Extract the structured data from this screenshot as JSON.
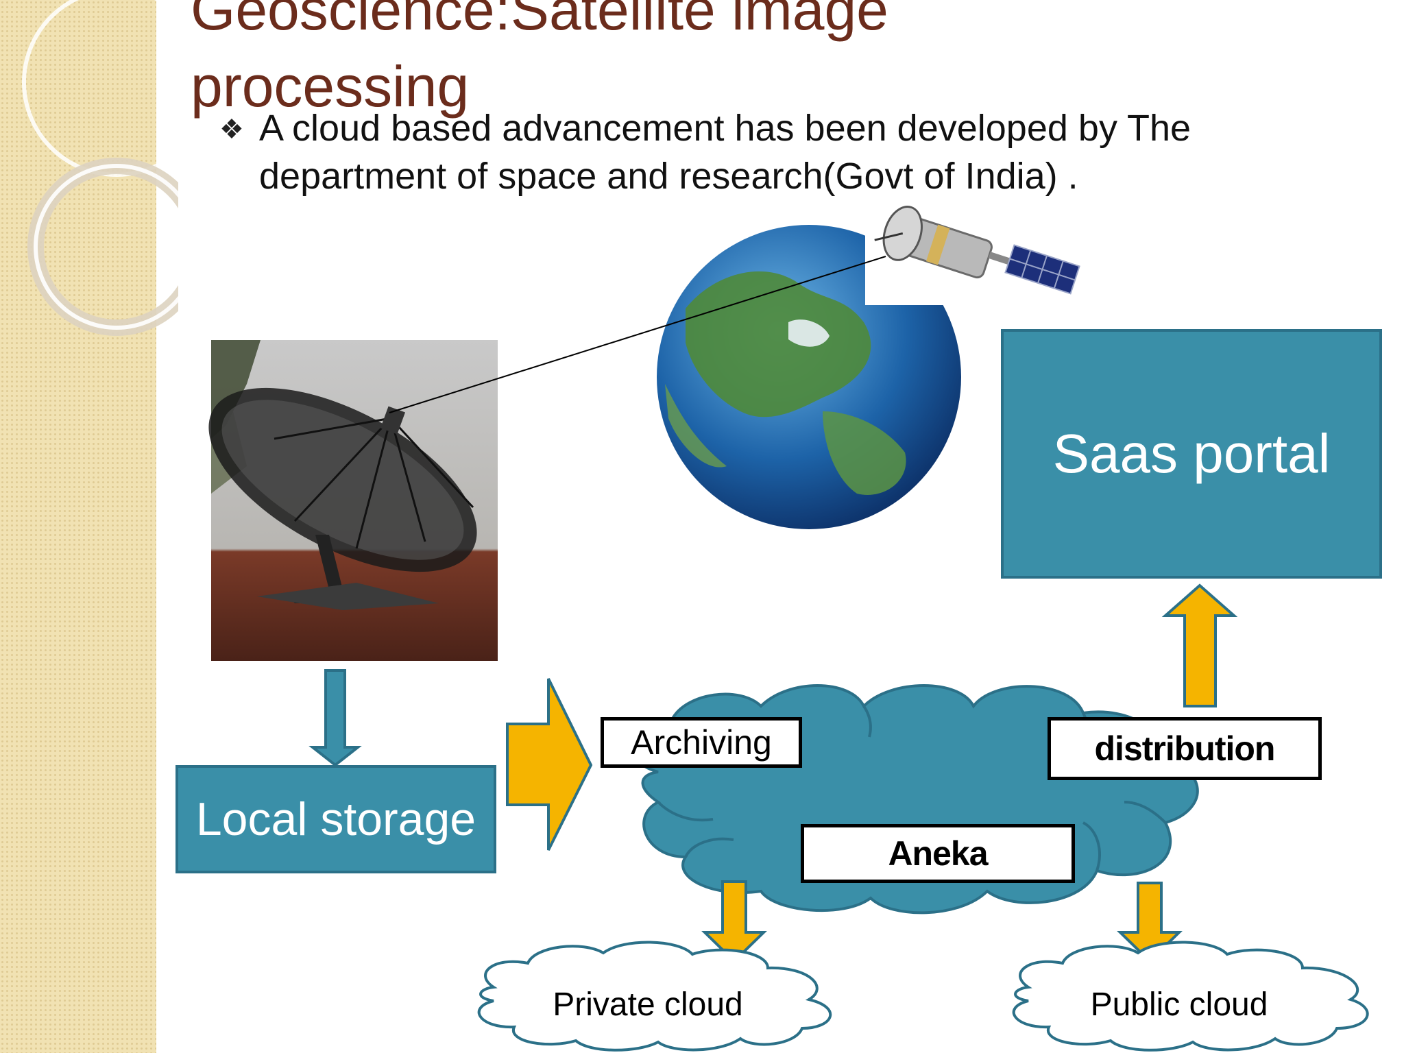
{
  "slide": {
    "title": "Geoscience:Satellite image\nprocessing",
    "bullet_mark": "❖",
    "bullet_text": "A cloud based advancement has been developed by The department of space and research(Govt of India) ."
  },
  "diagram": {
    "local_storage": "Local storage",
    "saas_portal": "Saas portal",
    "archiving": "Archiving",
    "distribution": "distribution",
    "aneka": "Aneka",
    "private_cloud": "Private cloud",
    "public_cloud": "Public cloud"
  },
  "colors": {
    "teal": "#3a8fa8",
    "arrow_orange": "#f5b400",
    "title_brown": "#6b2c1c",
    "band": "#f1e2b3"
  }
}
